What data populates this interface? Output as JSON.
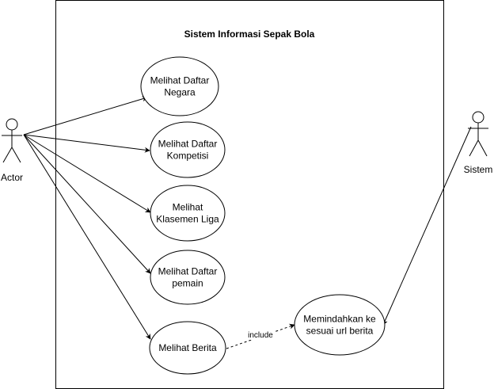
{
  "system": {
    "title": "Sistem Informasi Sepak Bola"
  },
  "actors": {
    "left": "Actor",
    "right": "Sistem"
  },
  "use_cases": [
    {
      "id": "uc1",
      "lines": [
        "Melihat Daftar",
        "Negara"
      ]
    },
    {
      "id": "uc2",
      "lines": [
        "Melihat Daftar",
        "Kompetisi"
      ]
    },
    {
      "id": "uc3",
      "lines": [
        "Melihat",
        "Klasemen Liga"
      ]
    },
    {
      "id": "uc4",
      "lines": [
        "Melihat Daftar",
        "pemain"
      ]
    },
    {
      "id": "uc5",
      "lines": [
        "Melihat Berita"
      ]
    },
    {
      "id": "uc6",
      "lines": [
        "Memindahkan ke",
        "sesuai url berita"
      ]
    }
  ],
  "relations": [
    {
      "from": "actor-left",
      "to": "uc1",
      "kind": "association"
    },
    {
      "from": "actor-left",
      "to": "uc2",
      "kind": "association"
    },
    {
      "from": "actor-left",
      "to": "uc3",
      "kind": "association"
    },
    {
      "from": "actor-left",
      "to": "uc4",
      "kind": "association"
    },
    {
      "from": "actor-left",
      "to": "uc5",
      "kind": "association"
    },
    {
      "from": "uc5",
      "to": "uc6",
      "kind": "include",
      "label": "include"
    },
    {
      "from": "actor-right",
      "to": "uc6",
      "kind": "association"
    }
  ]
}
